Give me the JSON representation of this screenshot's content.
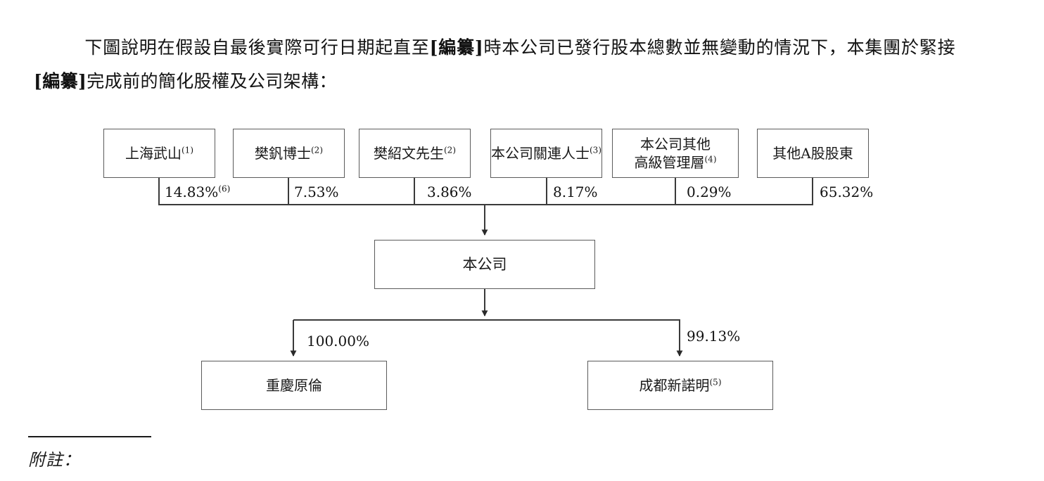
{
  "document": {
    "intro_paragraph": {
      "segments": [
        {
          "text": "下圖說明在假設自最後實際可行日期起直至",
          "bold": false
        },
        {
          "text": "[編纂]",
          "bold": true
        },
        {
          "text": "時本公司已發行股本總數並無變動的情況下，本集團於緊接",
          "bold": false
        },
        {
          "text": "[編纂]",
          "bold": true
        },
        {
          "text": "完成前的簡化股權及公司架構：",
          "bold": false
        }
      ],
      "plain_text": "下圖說明在假設自最後實際可行日期起直至[編纂]時本公司已發行股本總數並無變動的情況下，本集團於緊接[編纂]完成前的簡化股權及公司架構："
    },
    "footnote": {
      "heading": "附註："
    }
  },
  "chart_data": {
    "type": "diagram",
    "diagram_kind": "org-chart-shareholding",
    "title": "簡化股權及公司架構",
    "colors": {
      "box_border": "#5b5b5b",
      "line": "#3a3a3a",
      "text": "#1a1a1a",
      "background": "#ffffff"
    },
    "shareholders": [
      {
        "id": "sh1",
        "label": "上海武山",
        "footnote": "(1)",
        "percent": "14.83%",
        "percent_footnote": "(6)",
        "value": 14.83
      },
      {
        "id": "sh2",
        "label": "樊釩博士",
        "footnote": "(2)",
        "percent": "7.53%",
        "percent_footnote": "",
        "value": 7.53
      },
      {
        "id": "sh3",
        "label": "樊紹文先生",
        "footnote": "(2)",
        "percent": "3.86%",
        "percent_footnote": "",
        "value": 3.86
      },
      {
        "id": "sh4",
        "label": "本公司關連人士",
        "footnote": "(3)",
        "percent": "8.17%",
        "percent_footnote": "",
        "value": 8.17
      },
      {
        "id": "sh5",
        "label": "本公司其他\n高級管理層",
        "footnote": "(4)",
        "percent": "0.29%",
        "percent_footnote": "",
        "value": 0.29
      },
      {
        "id": "sh6",
        "label": "其他A股股東",
        "footnote": "",
        "percent": "65.32%",
        "percent_footnote": "",
        "value": 65.32
      }
    ],
    "company": {
      "id": "company",
      "label": "本公司",
      "footnote": ""
    },
    "subsidiaries": [
      {
        "id": "sub1",
        "label": "重慶原倫",
        "footnote": "",
        "percent": "100.00%",
        "value": 100.0
      },
      {
        "id": "sub2",
        "label": "成都新諾明",
        "footnote": "(5)",
        "percent": "99.13%",
        "value": 99.13
      }
    ]
  }
}
